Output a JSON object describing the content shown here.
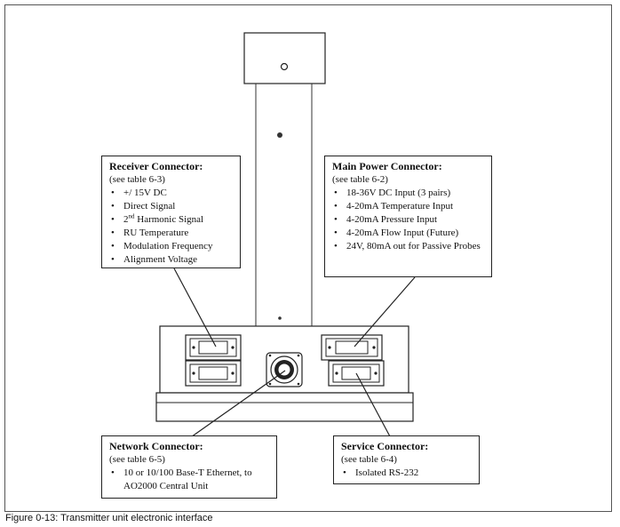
{
  "receiver": {
    "title": "Receiver Connector:",
    "ref": "(see table 6-3)",
    "items": [
      {
        "pre": "+/ 15V DC"
      },
      {
        "pre": "Direct Signal"
      },
      {
        "pre": "2",
        "sup": "nd",
        "post": " Harmonic Signal"
      },
      {
        "pre": "RU Temperature"
      },
      {
        "pre": "Modulation Frequency"
      },
      {
        "pre": "Alignment Voltage"
      }
    ]
  },
  "main_power": {
    "title": "Main Power Connector:",
    "ref": "(see table 6-2)",
    "items": [
      "18-36V DC Input (3 pairs)",
      "4-20mA Temperature Input",
      "4-20mA Pressure Input",
      "4-20mA Flow Input (Future)",
      "24V, 80mA out for Passive Probes"
    ]
  },
  "network": {
    "title": "Network Connector:",
    "ref": "(see table 6-5)",
    "items": [
      "10 or 10/100 Base-T Ethernet, to AO2000 Central Unit"
    ]
  },
  "service": {
    "title": "Service Connector:",
    "ref": "(see table 6-4)",
    "items": [
      "Isolated RS-232"
    ]
  },
  "caption": "Figure 0-13: Transmitter unit electronic interface"
}
